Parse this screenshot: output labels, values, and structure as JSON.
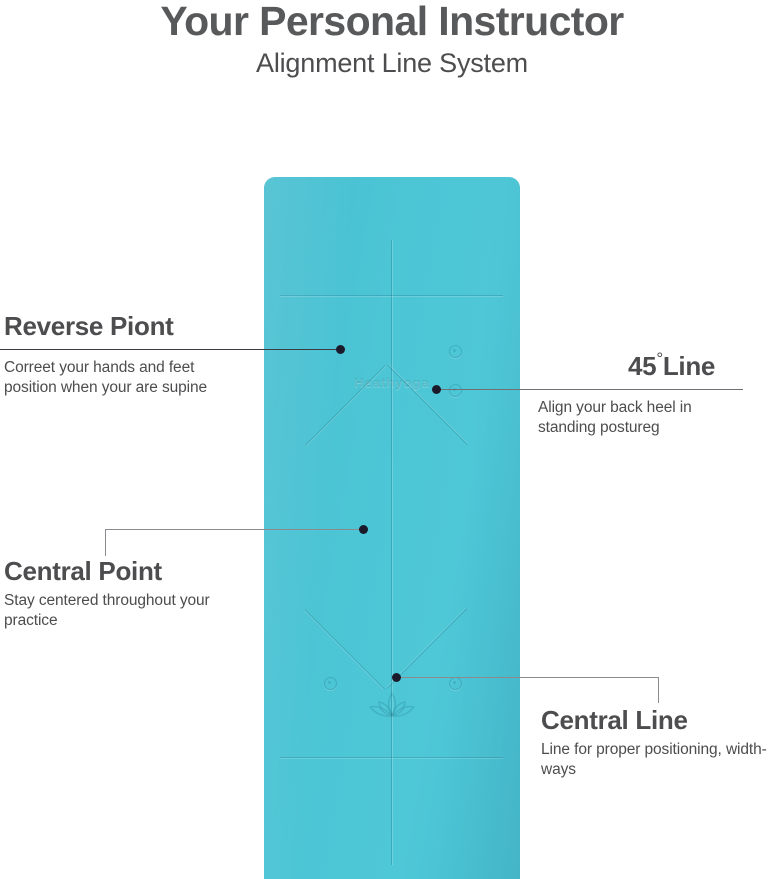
{
  "header": {
    "title": "Your Personal Instructor",
    "subtitle": "Alignment Line System"
  },
  "product": {
    "type": "yoga-mat",
    "color_name": "teal",
    "color_hex": "#4BC3D3",
    "brand_mark": "Heathyoga",
    "markings": [
      "vertical-center-line",
      "upper-crosshair",
      "lower-crosshair",
      "45-degree-diagonal-lines",
      "lotus-emblem",
      "circular-position-markers"
    ]
  },
  "callouts": {
    "reverse_point": {
      "heading": "Reverse Piont",
      "body": "Correet your hands and feet position when your are supine"
    },
    "angle_line": {
      "heading_number": "45",
      "heading_degree": "°",
      "heading_word": "Line",
      "body": "Align your back heel in standing postureg"
    },
    "central_point": {
      "heading": "Central Point",
      "body": "Stay centered throughout your practice"
    },
    "central_line": {
      "heading": "Central Line",
      "body": "Line for proper positioning, width-ways"
    }
  },
  "colors": {
    "mat": "#4BC3D3",
    "text": "#4d4d4f",
    "title": "#58595b",
    "leader": "#3b3b46"
  }
}
